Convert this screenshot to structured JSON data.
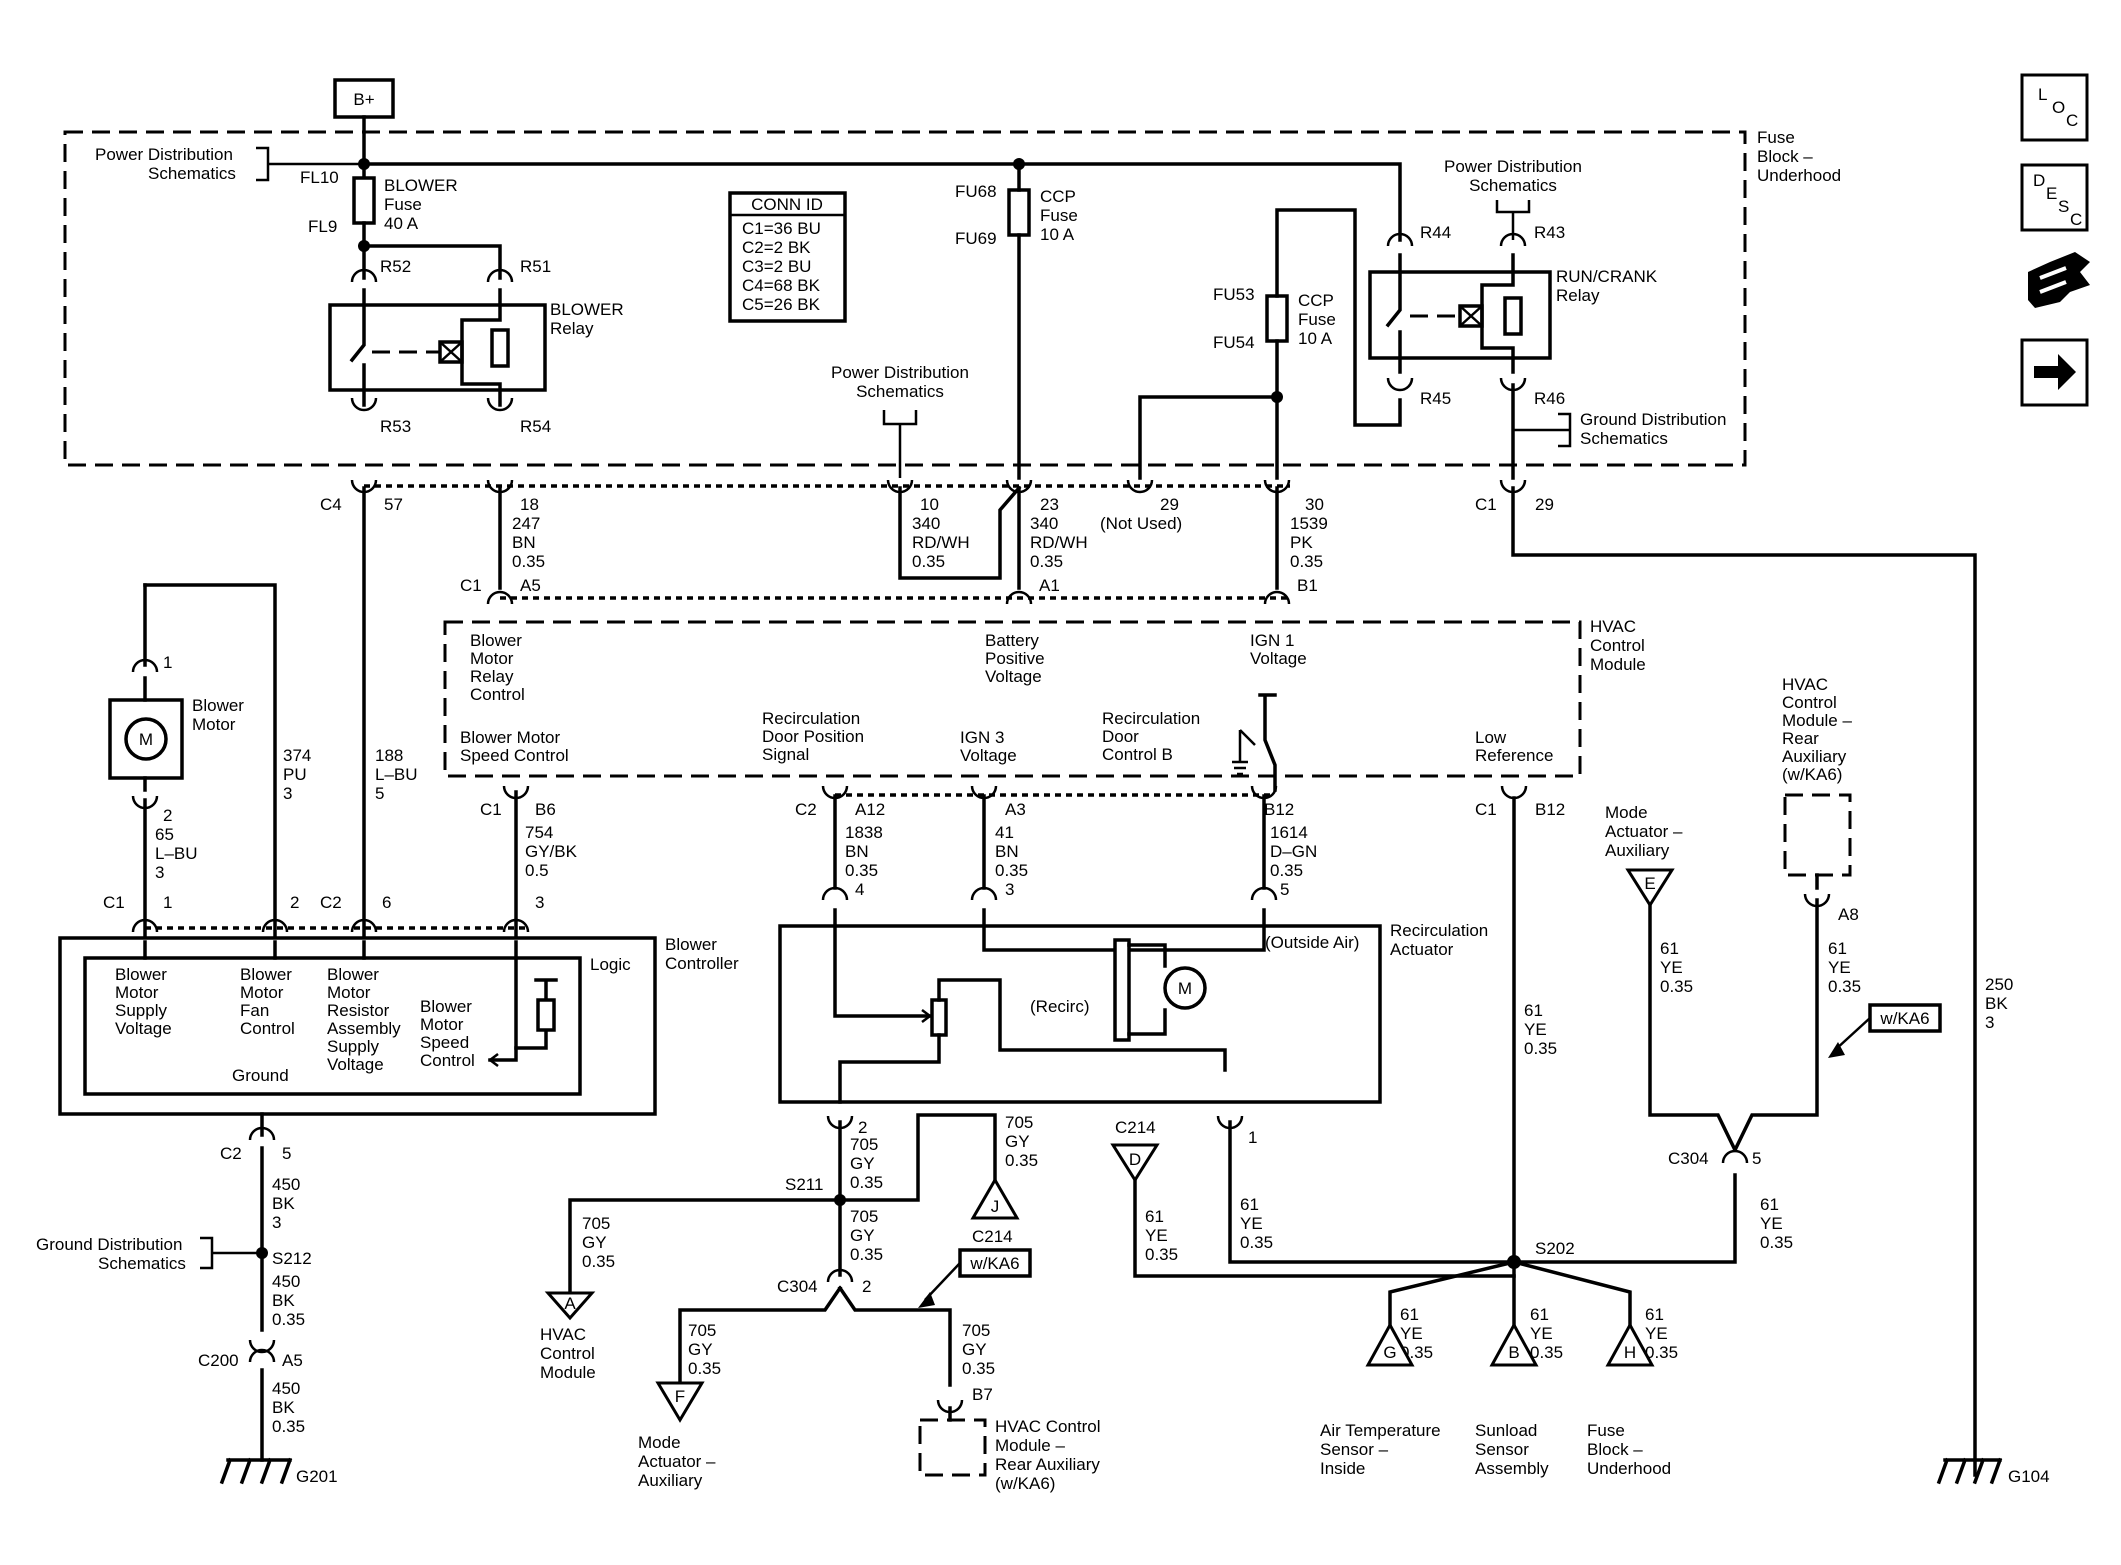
{
  "bplus": "B+",
  "fuse_block_label": [
    "Fuse",
    "Block –",
    "Underhood"
  ],
  "pds_left": [
    "Power Distribution",
    "Schematics"
  ],
  "pds_right": [
    "Power Distribution",
    "Schematics"
  ],
  "pds_mid": [
    "Power Distribution",
    "Schematics"
  ],
  "gds_fuse": [
    "Ground Distribution",
    "Schematics"
  ],
  "gds_left": [
    "Ground Distribution",
    "Schematics"
  ],
  "fuses": {
    "blower": {
      "top": "FL10",
      "bottom": "FL9",
      "name": [
        "BLOWER",
        "Fuse",
        "40 A"
      ]
    },
    "ccp1": {
      "top": "FU68",
      "bottom": "FU69",
      "name": [
        "CCP",
        "Fuse",
        "10 A"
      ]
    },
    "ccp2": {
      "top": "FU53",
      "bottom": "FU54",
      "name": [
        "CCP",
        "Fuse",
        "10 A"
      ]
    }
  },
  "relays": {
    "blower": {
      "name": [
        "BLOWER",
        "Relay"
      ],
      "pins": [
        "R52",
        "R51",
        "R53",
        "R54"
      ]
    },
    "runcrank": {
      "name": [
        "RUN/CRANK",
        "Relay"
      ],
      "pins": [
        "R44",
        "R43",
        "R45",
        "R46"
      ]
    }
  },
  "conn_id": {
    "title": "CONN ID",
    "rows": [
      "C1=36 BU",
      "C2=2 BK",
      "C3=2 BU",
      "C4=68 BK",
      "C5=26 BK"
    ]
  },
  "fb_connectors": {
    "c4": "C4",
    "c4pin": "57",
    "c1_18": [
      "18",
      "247",
      "BN",
      "0.35"
    ],
    "c1_10": [
      "10",
      "340",
      "RD/WH",
      "0.35"
    ],
    "c1_23": [
      "23",
      "340",
      "RD/WH",
      "0.35"
    ],
    "c1_29": [
      "29",
      "(Not Used)"
    ],
    "c1_30": [
      "30",
      "1539",
      "PK",
      "0.35"
    ],
    "c1_right": "C1",
    "c1_right_pin": "29"
  },
  "hvac": {
    "name": [
      "HVAC",
      "Control",
      "Module"
    ],
    "c1": "C1",
    "pins_top": [
      "A5",
      "A1",
      "B1"
    ],
    "top_labels": {
      "blower_relay": [
        "Blower",
        "Motor",
        "Relay",
        "Control"
      ],
      "battery": [
        "Battery",
        "Positive",
        "Voltage"
      ],
      "ign1": [
        "IGN 1",
        "Voltage"
      ]
    },
    "bottom_labels": {
      "speed": [
        "Blower Motor",
        "Speed Control"
      ],
      "recirc_pos": [
        "Recirculation",
        "Door Position",
        "Signal"
      ],
      "ign3": [
        "IGN 3",
        "Voltage"
      ],
      "recirc_ctl": [
        "Recirculation",
        "Door",
        "Control B"
      ],
      "lowref": [
        "Low",
        "Reference"
      ]
    }
  },
  "blower_motor": {
    "name": [
      "Blower",
      "Motor"
    ],
    "symbol": "M",
    "pin_top": "1",
    "wire": [
      "2",
      "65",
      "L–BU",
      "3"
    ]
  },
  "wires_left": {
    "w374": [
      "374",
      "PU",
      "3"
    ],
    "w188": [
      "188",
      "L–BU",
      "5"
    ],
    "c1b6": "C1",
    "b6": "B6",
    "w754": [
      "754",
      "GY/BK",
      "0.5"
    ]
  },
  "blower_controller": {
    "name": [
      "Blower",
      "Controller"
    ],
    "logic": "Logic",
    "c1": "C1",
    "c2": "C2",
    "pins": [
      "1",
      "2",
      "6",
      "3"
    ],
    "labels": {
      "supply": [
        "Blower",
        "Motor",
        "Supply",
        "Voltage"
      ],
      "fan": [
        "Blower",
        "Motor",
        "Fan",
        "Control"
      ],
      "resistor": [
        "Blower",
        "Motor",
        "Resistor",
        "Assembly",
        "Supply",
        "Voltage"
      ],
      "speed": [
        "Blower",
        "Motor",
        "Speed",
        "Control"
      ],
      "ground": "Ground"
    }
  },
  "ground_left": {
    "c2": "C2",
    "c2pin": "5",
    "w450a": [
      "450",
      "BK",
      "3"
    ],
    "splice": "S212",
    "w450b": [
      "450",
      "BK",
      "0.35"
    ],
    "c200": "C200",
    "a5": "A5",
    "w450c": [
      "450",
      "BK",
      "0.35"
    ],
    "g201": "G201"
  },
  "hvac_bottom_conn": {
    "c2": "C2",
    "a12": "A12",
    "a3": "A3",
    "b12": "B12",
    "w1838": [
      "1838",
      "BN",
      "0.35",
      "4"
    ],
    "w41": [
      "41",
      "BN",
      "0.35",
      "3"
    ],
    "w1614": [
      "1614",
      "D–GN",
      "0.35",
      "5"
    ],
    "c1": "C1",
    "b12_right": "B12"
  },
  "recirc_actuator": {
    "name": [
      "Recirculation",
      "Actuator"
    ],
    "outside": "(Outside Air)",
    "recirc": "(Recirc)",
    "motor": "M",
    "pin1": "1",
    "pin2": "2"
  },
  "lower_mid": {
    "w705a": [
      "705",
      "GY",
      "0.35"
    ],
    "w705b": [
      "705",
      "GY",
      "0.35"
    ],
    "s211": "S211",
    "w705c": [
      "705",
      "GY",
      "0.35"
    ],
    "w705d": [
      "705",
      "GY",
      "0.35"
    ],
    "c214_j": "C214",
    "j": "J",
    "c304": "C304",
    "c304pin": "2",
    "wka6": "w/KA6",
    "w705e": [
      "705",
      "GY",
      "0.35"
    ],
    "w705f": [
      "705",
      "GY",
      "0.35"
    ],
    "b7": "B7",
    "a": "A",
    "a_label": [
      "HVAC",
      "Control",
      "Module"
    ],
    "f": "F",
    "f_label": [
      "Mode",
      "Actuator –",
      "Auxiliary"
    ],
    "rear_aux": [
      "HVAC Control",
      "Module –",
      "Rear Auxiliary",
      "(w/KA6)"
    ]
  },
  "lower_right": {
    "c214_d": "C214",
    "d": "D",
    "w61d": [
      "61",
      "YE",
      "0.35"
    ],
    "w61r": [
      "61",
      "YE",
      "0.35"
    ],
    "w61main": [
      "61",
      "YE",
      "0.35"
    ],
    "s202": "S202",
    "g": "G",
    "g_label": [
      "Air Temperature",
      "Sensor –",
      "Inside"
    ],
    "b": "B",
    "b_label": [
      "Sunload",
      "Sensor",
      "Assembly"
    ],
    "h": "H",
    "h_label": [
      "Fuse",
      "Block –",
      "Underhood"
    ],
    "w61g": [
      "61",
      "YE",
      "0.35"
    ],
    "w61b": [
      "61",
      "YE",
      "0.35"
    ],
    "w61h": [
      "61",
      "YE",
      "0.35"
    ],
    "e": "E",
    "e_label": [
      "Mode",
      "Actuator –",
      "Auxiliary"
    ],
    "w61e": [
      "61",
      "YE",
      "0.35"
    ],
    "rear": [
      "HVAC",
      "Control",
      "Module –",
      "Rear",
      "Auxiliary",
      "(w/KA6)"
    ],
    "a8": "A8",
    "w61a8": [
      "61",
      "YE",
      "0.35"
    ],
    "wka6": "w/KA6",
    "c304": "C304",
    "c304pin": "5",
    "w61c304": [
      "61",
      "YE",
      "0.35"
    ],
    "w250": [
      "250",
      "BK",
      "3"
    ],
    "g104": "G104"
  },
  "nav": {
    "loc": [
      "L",
      "O",
      "C"
    ],
    "desc": [
      "D",
      "E",
      "S",
      "C"
    ]
  }
}
